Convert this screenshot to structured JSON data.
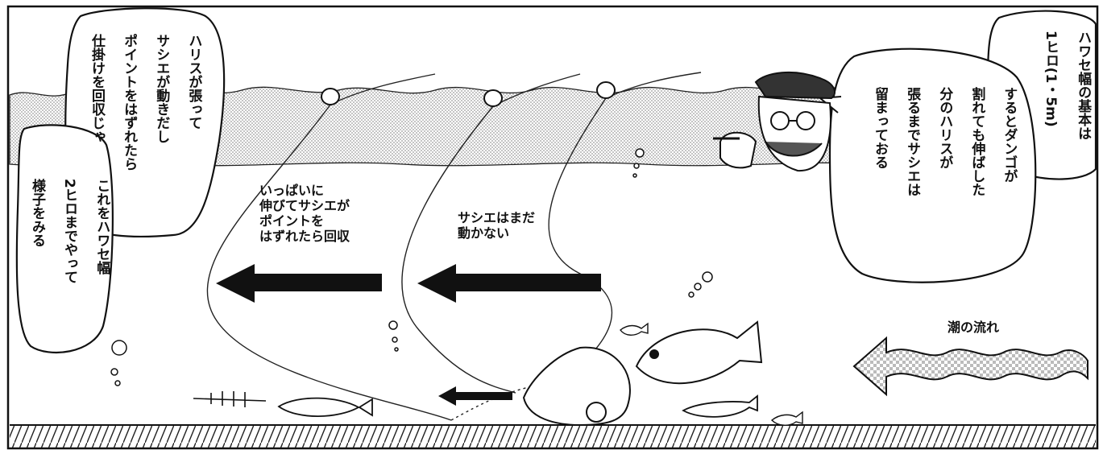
{
  "bubbles": {
    "top_left": {
      "lines": [
        "ハリスが張って",
        "サシエが動きだし",
        "ポイントをはずれたら",
        "仕掛けを回収じゃ"
      ]
    },
    "left": {
      "lines": [
        "これをハワセ幅",
        "2ヒロまでやって",
        "様子をみる"
      ]
    },
    "right_outer": {
      "lines": [
        "ハワセ幅の基本は",
        "1ヒロ(1・5m)"
      ]
    },
    "right_inner": {
      "lines": [
        "するとダンゴが",
        "割れても伸ばした",
        "分のハリスが",
        "張るまでサシエは",
        "留まっておる"
      ]
    }
  },
  "labels": {
    "stretch": "いっぱいに\n伸びてサシエが\nポイントを\nはずれたら回収",
    "still": "サシエはまだ\n動かない",
    "current": "潮の流れ"
  },
  "colors": {
    "ink": "#111111",
    "tone": "#d9d9d9",
    "paper": "#ffffff"
  }
}
